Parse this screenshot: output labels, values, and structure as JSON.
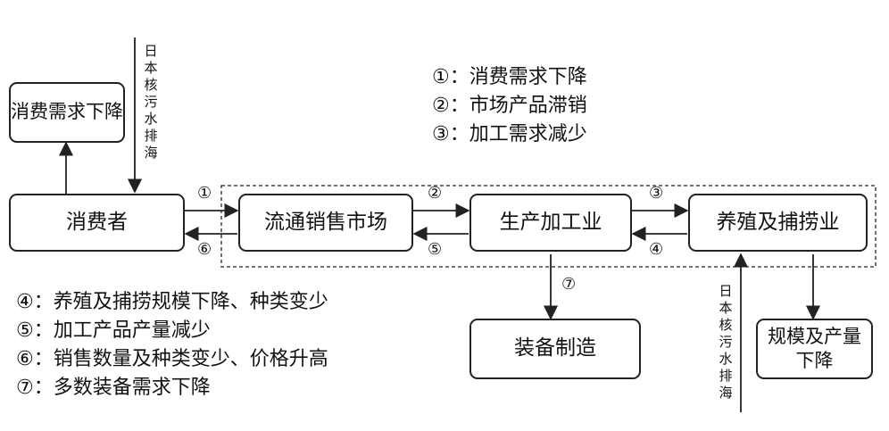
{
  "boxes": {
    "demand": "消费需求下降",
    "consumer": "消费者",
    "market": "流通销售市场",
    "processing": "生产加工业",
    "aquaculture": "养殖及捕捞业",
    "equipment": "装备制造",
    "scale": "规模及产量下降"
  },
  "discharge_label": "日本核污水排海",
  "edge_labels": [
    "①",
    "②",
    "③",
    "④",
    "⑤",
    "⑥",
    "⑦"
  ],
  "legend_top": [
    "①：消费需求下降",
    "②：市场产品滞销",
    "③：加工需求减少"
  ],
  "legend_bottom": [
    "④：养殖及捕捞规模下降、种类变少",
    "⑤：加工产品产量减少",
    "⑥：销售数量及种类变少、价格升高",
    "⑦：多数装备需求下降"
  ],
  "colors": {
    "stroke": "#222222",
    "background": "#ffffff"
  }
}
